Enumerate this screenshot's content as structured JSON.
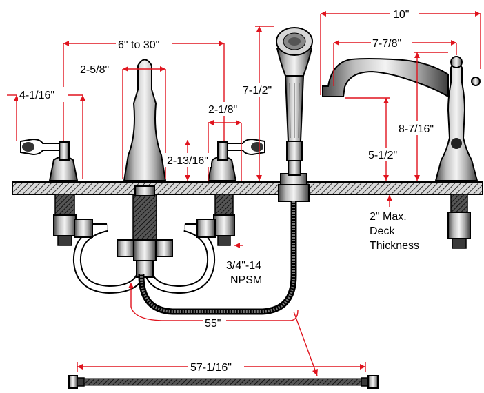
{
  "dimensions": {
    "handle_height": "4-1/16\"",
    "spread": "6\" to 30\"",
    "spout_base_width": "2-5/8\"",
    "handle_base_width": "2-1/8\"",
    "handle_base_height": "2-13/16\"",
    "handshower_holder_height": "7-1/2\"",
    "tub_spout_reach_total": "10\"",
    "tub_spout_reach": "7-7/8\"",
    "tub_spout_height": "8-7/16\"",
    "tub_spout_outlet_height": "5-1/2\"",
    "deck_thickness": "2\" Max.",
    "deck_label_line2": "Deck",
    "deck_label_line3": "Thickness",
    "thread_size": "3/4\"-14",
    "thread_type": "NPSM",
    "hose_internal": "55\"",
    "hose_length": "57-1/16\""
  },
  "colors": {
    "dimension_line": "#e0141e",
    "part_outline": "#000000"
  }
}
